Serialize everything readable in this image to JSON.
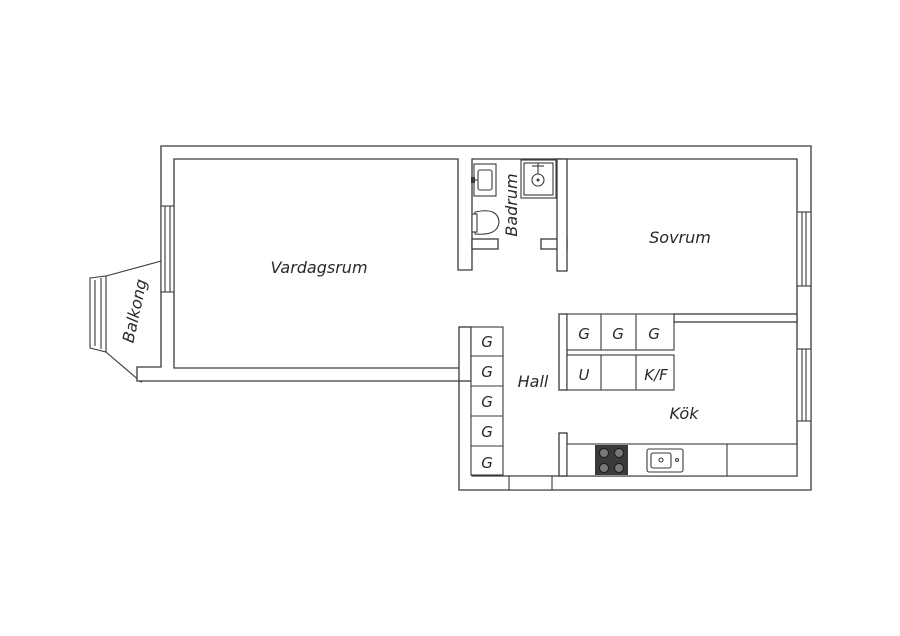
{
  "rooms": {
    "living": "Vardagsrum",
    "bath": "Badrum",
    "bedroom": "Sovrum",
    "balcony": "Balkong",
    "hall": "Hall",
    "kitchen": "Kök"
  },
  "cabinets": {
    "wardrobe": "G",
    "storage": "U",
    "fridge": "K/F"
  }
}
